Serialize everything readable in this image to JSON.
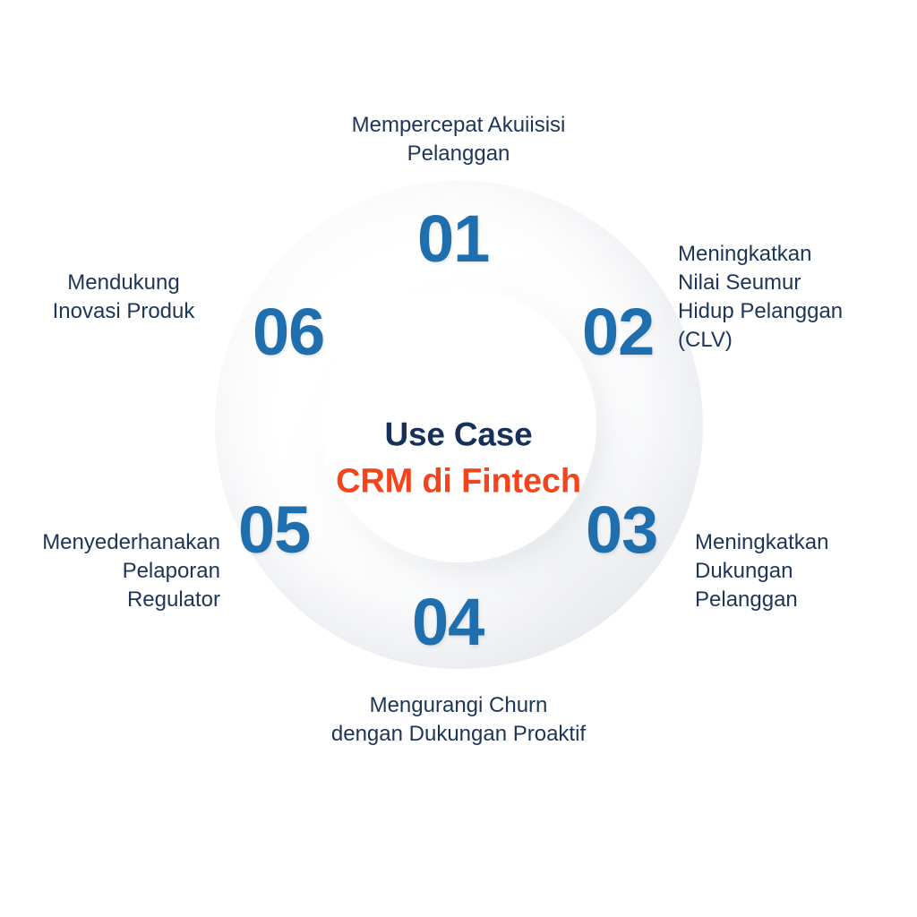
{
  "center": {
    "line1": "Use Case",
    "line2": "CRM di\nFintech",
    "line1_color": "#16305a",
    "line2_color": "#f4441e"
  },
  "ring": {
    "number_color": "#1f6fae",
    "label_color": "#1d3557",
    "background_color": "#ffffff"
  },
  "items": [
    {
      "number": "01",
      "label": "Mempercepat Akuiisisi\nPelanggan",
      "position": "top"
    },
    {
      "number": "02",
      "label": "Meningkatkan\nNilai Seumur\nHidup Pelanggan\n(CLV)",
      "position": "top-right"
    },
    {
      "number": "03",
      "label": "Meningkatkan\nDukungan\nPelanggan",
      "position": "bottom-right"
    },
    {
      "number": "04",
      "label": "Mengurangi Churn\ndengan Dukungan Proaktif",
      "position": "bottom"
    },
    {
      "number": "05",
      "label": "Menyederhanakan\nPelaporan\nRegulator",
      "position": "bottom-left"
    },
    {
      "number": "06",
      "label": "Mendukung\nInovasi Produk",
      "position": "top-left"
    }
  ]
}
